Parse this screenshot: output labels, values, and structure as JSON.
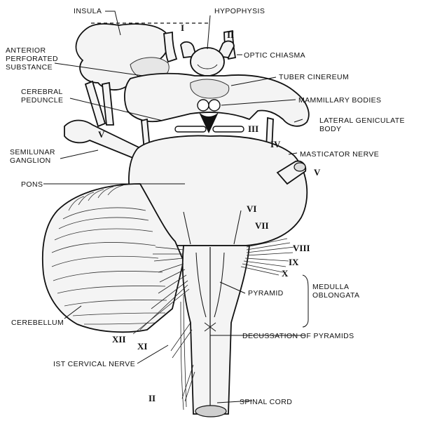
{
  "figure": {
    "labels_left": {
      "insula": "INSULA",
      "anterior_perforated_1": "ANTERIOR",
      "anterior_perforated_2": "PERFORATED",
      "anterior_perforated_3": "SUBSTANCE",
      "cerebral_peduncle_1": "CEREBRAL",
      "cerebral_peduncle_2": "PEDUNCLE",
      "semilunar_ganglion_1": "SEMILUNAR",
      "semilunar_ganglion_2": "GANGLION",
      "pons": "PONS",
      "cerebellum": "CEREBELLUM",
      "first_cervical_nerve": "IST CERVICAL NERVE"
    },
    "labels_right": {
      "hypophysis": "HYPOPHYSIS",
      "optic_chiasma": "OPTIC CHIASMA",
      "tuber_cinereum": "TUBER CINEREUM",
      "mammillary_bodies": "MAMMILLARY BODIES",
      "lateral_geniculate_1": "LATERAL GENICULATE",
      "lateral_geniculate_2": "BODY",
      "masticator_nerve": "MASTICATOR NERVE",
      "pyramid": "PYRAMID",
      "medulla_1": "MEDULLA",
      "medulla_2": "OBLONGATA",
      "decussation": "DECUSSATION OF PYRAMIDS",
      "spinal_cord": "SPINAL CORD"
    },
    "cranial_nerves": {
      "I": "I",
      "II_top": "II",
      "III": "III",
      "IV": "IV",
      "V_left": "V",
      "V_right": "V",
      "VI": "VI",
      "VII": "VII",
      "VIII": "VIII",
      "IX": "IX",
      "X": "X",
      "XI": "XI",
      "XII": "XII",
      "II_cervical": "II"
    }
  }
}
